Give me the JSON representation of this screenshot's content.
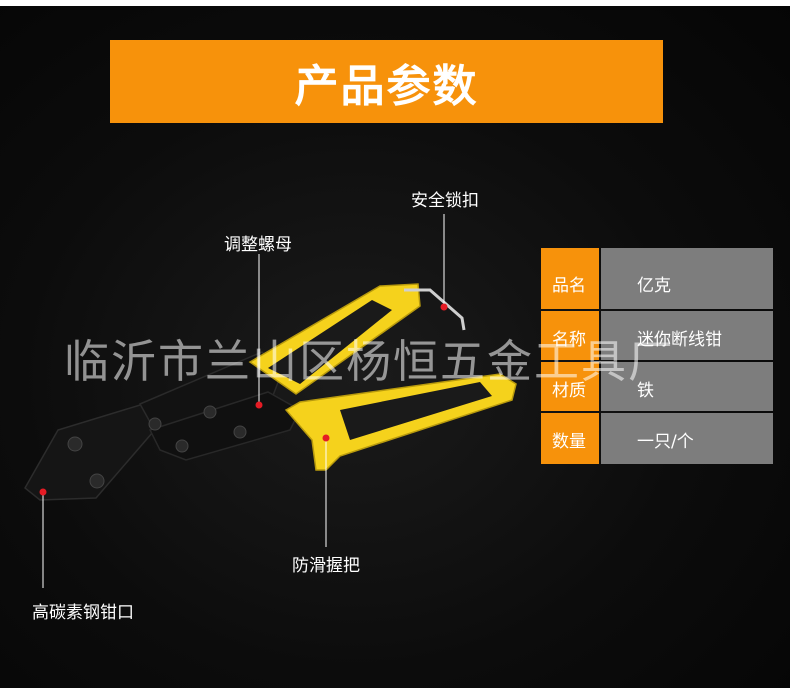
{
  "banner": {
    "title": "产品参数"
  },
  "spec_table": {
    "rows": [
      {
        "key": "品名",
        "value": "亿克"
      },
      {
        "key": "名称",
        "value": "迷你断线钳"
      },
      {
        "key": "材质",
        "value": "铁"
      },
      {
        "key": "数量",
        "value": "一只/个"
      }
    ]
  },
  "callouts": {
    "safety_lock": "安全锁扣",
    "adjust_nut": "调整螺母",
    "anti_slip_grip": "防滑握把",
    "jaw": "高碳素钢钳口"
  },
  "watermark": "临沂市兰山区杨恒五金工具厂",
  "colors": {
    "accent": "#f7920b",
    "value_cell": "#7d7d7d",
    "grip_yellow": "#f5d21c",
    "marker_red": "#e51b24"
  }
}
